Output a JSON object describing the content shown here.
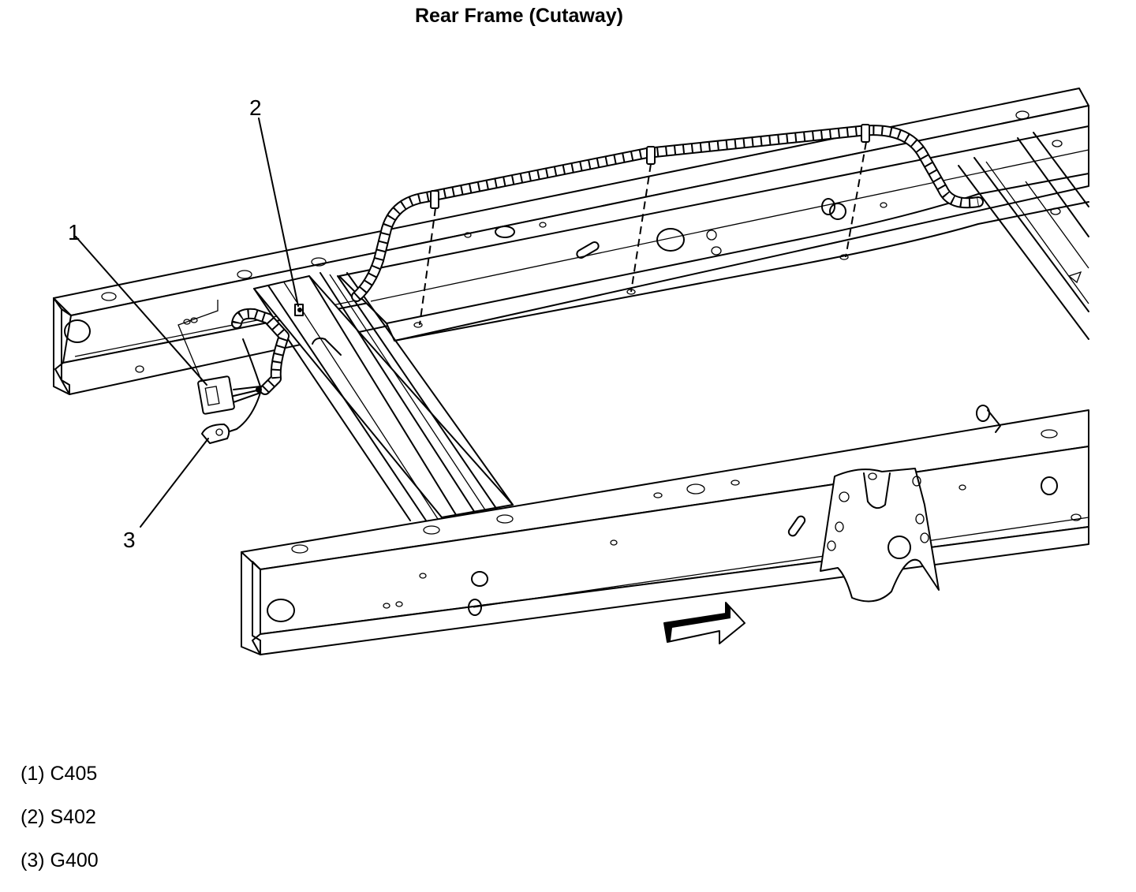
{
  "title": "Rear Frame (Cutaway)",
  "callouts": {
    "c1": "1",
    "c2": "2",
    "c3": "3"
  },
  "legend": [
    {
      "label": "(1) C405"
    },
    {
      "label": "(2) S402"
    },
    {
      "label": "(3) G400"
    }
  ]
}
